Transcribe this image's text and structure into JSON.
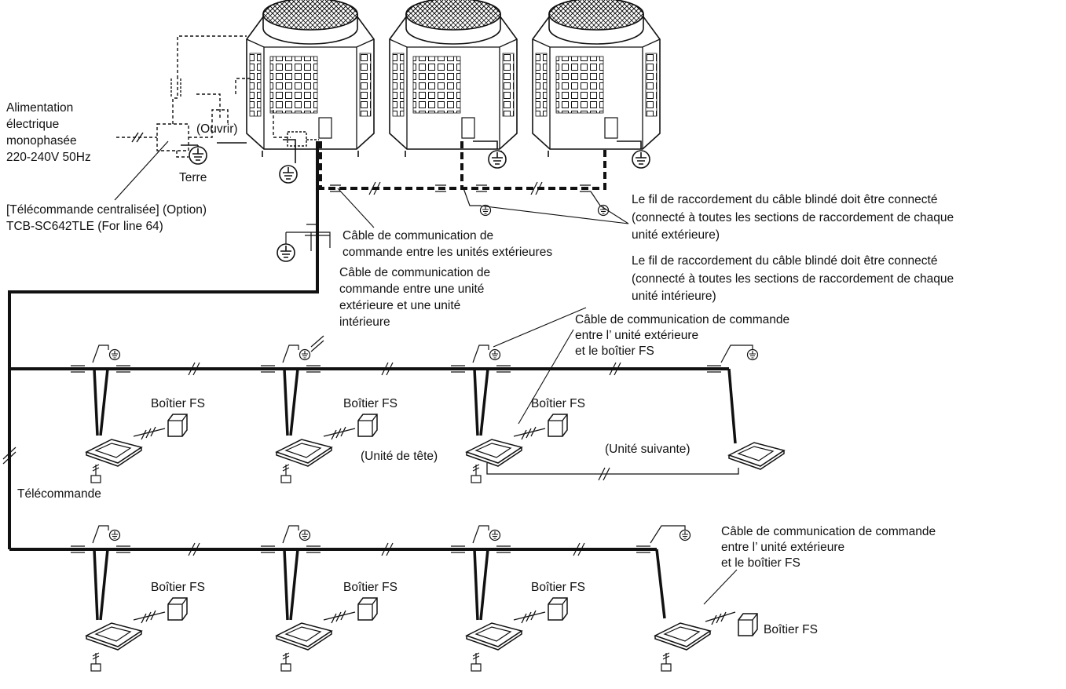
{
  "labels": {
    "power_supply": [
      "Alimentation",
      "électrique",
      "monophasée",
      "220-240V 50Hz"
    ],
    "open": "(Ouvrir)",
    "earth": "Terre",
    "central_remote": [
      "[Télécommande centralisée] (Option)",
      "TCB-SC642TLE (For line 64)"
    ],
    "outdoor_comm_cable": [
      "Câble de communication de",
      "commande entre les unités extérieures"
    ],
    "outdoor_indoor_comm_cable": [
      "Câble de communication de",
      "commande entre une unité",
      "extérieure et une unité",
      "intérieure"
    ],
    "shield_outdoor": [
      "Le fil de raccordement du câble blindé doit être connecté",
      "(connecté à toutes les sections de raccordement de chaque",
      "unité extérieure)"
    ],
    "shield_indoor": [
      "Le fil de raccordement du câble blindé doit être connecté",
      "(connecté à toutes les sections de raccordement de chaque",
      "unité intérieure)"
    ],
    "fs_comm_cable": [
      "Câble de communication de commande",
      "entre l’ unité extérieure",
      "et le boîtier FS"
    ],
    "fs_box": "Boîtier FS",
    "head_unit": "(Unité de tête)",
    "next_unit": "(Unité suivante)",
    "remote": "Télécommande"
  }
}
